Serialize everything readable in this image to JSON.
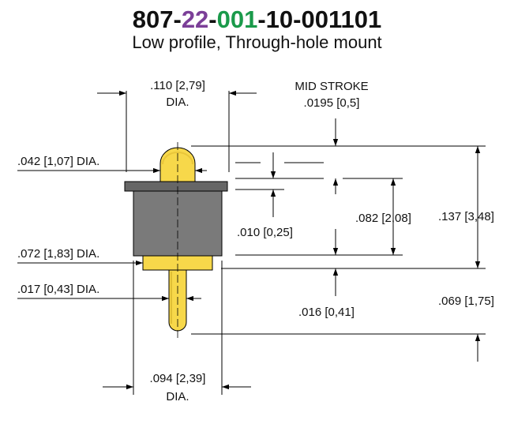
{
  "header": {
    "part_number": {
      "seg1": "807-",
      "seg2": "22",
      "seg3": "-",
      "seg4": "001",
      "seg5": "-10-001101",
      "seg2_color": "#7b3f98",
      "seg4_color": "#1a9a4a"
    },
    "subtitle": "Low profile, Through-hole mount"
  },
  "colors": {
    "gold": "#f7d84a",
    "gold_dark": "#c9a620",
    "body_gray": "#7a7a7a",
    "flange_gray": "#666666",
    "line": "#000000"
  },
  "dimensions": {
    "head_dia_value": ".110 [2,79]",
    "head_dia_suffix": "DIA.",
    "mid_stroke_title": "MID STROKE",
    "mid_stroke_value": ".0195 [0,5]",
    "plunger_dia": ".042 [1,07] DIA.",
    "flange_thickness": ".010 [0,25]",
    "stroke": ".082 [2,08]",
    "overall_height": ".137 [3,48]",
    "shoulder_dia": ".072 [1,83] DIA.",
    "tail_dia": ".017 [0,43] DIA.",
    "shoulder_height": ".016 [0,41]",
    "tail_length": ".069 [1,75]",
    "body_dia_value": ".094 [2,39]",
    "body_dia_suffix": "DIA."
  }
}
